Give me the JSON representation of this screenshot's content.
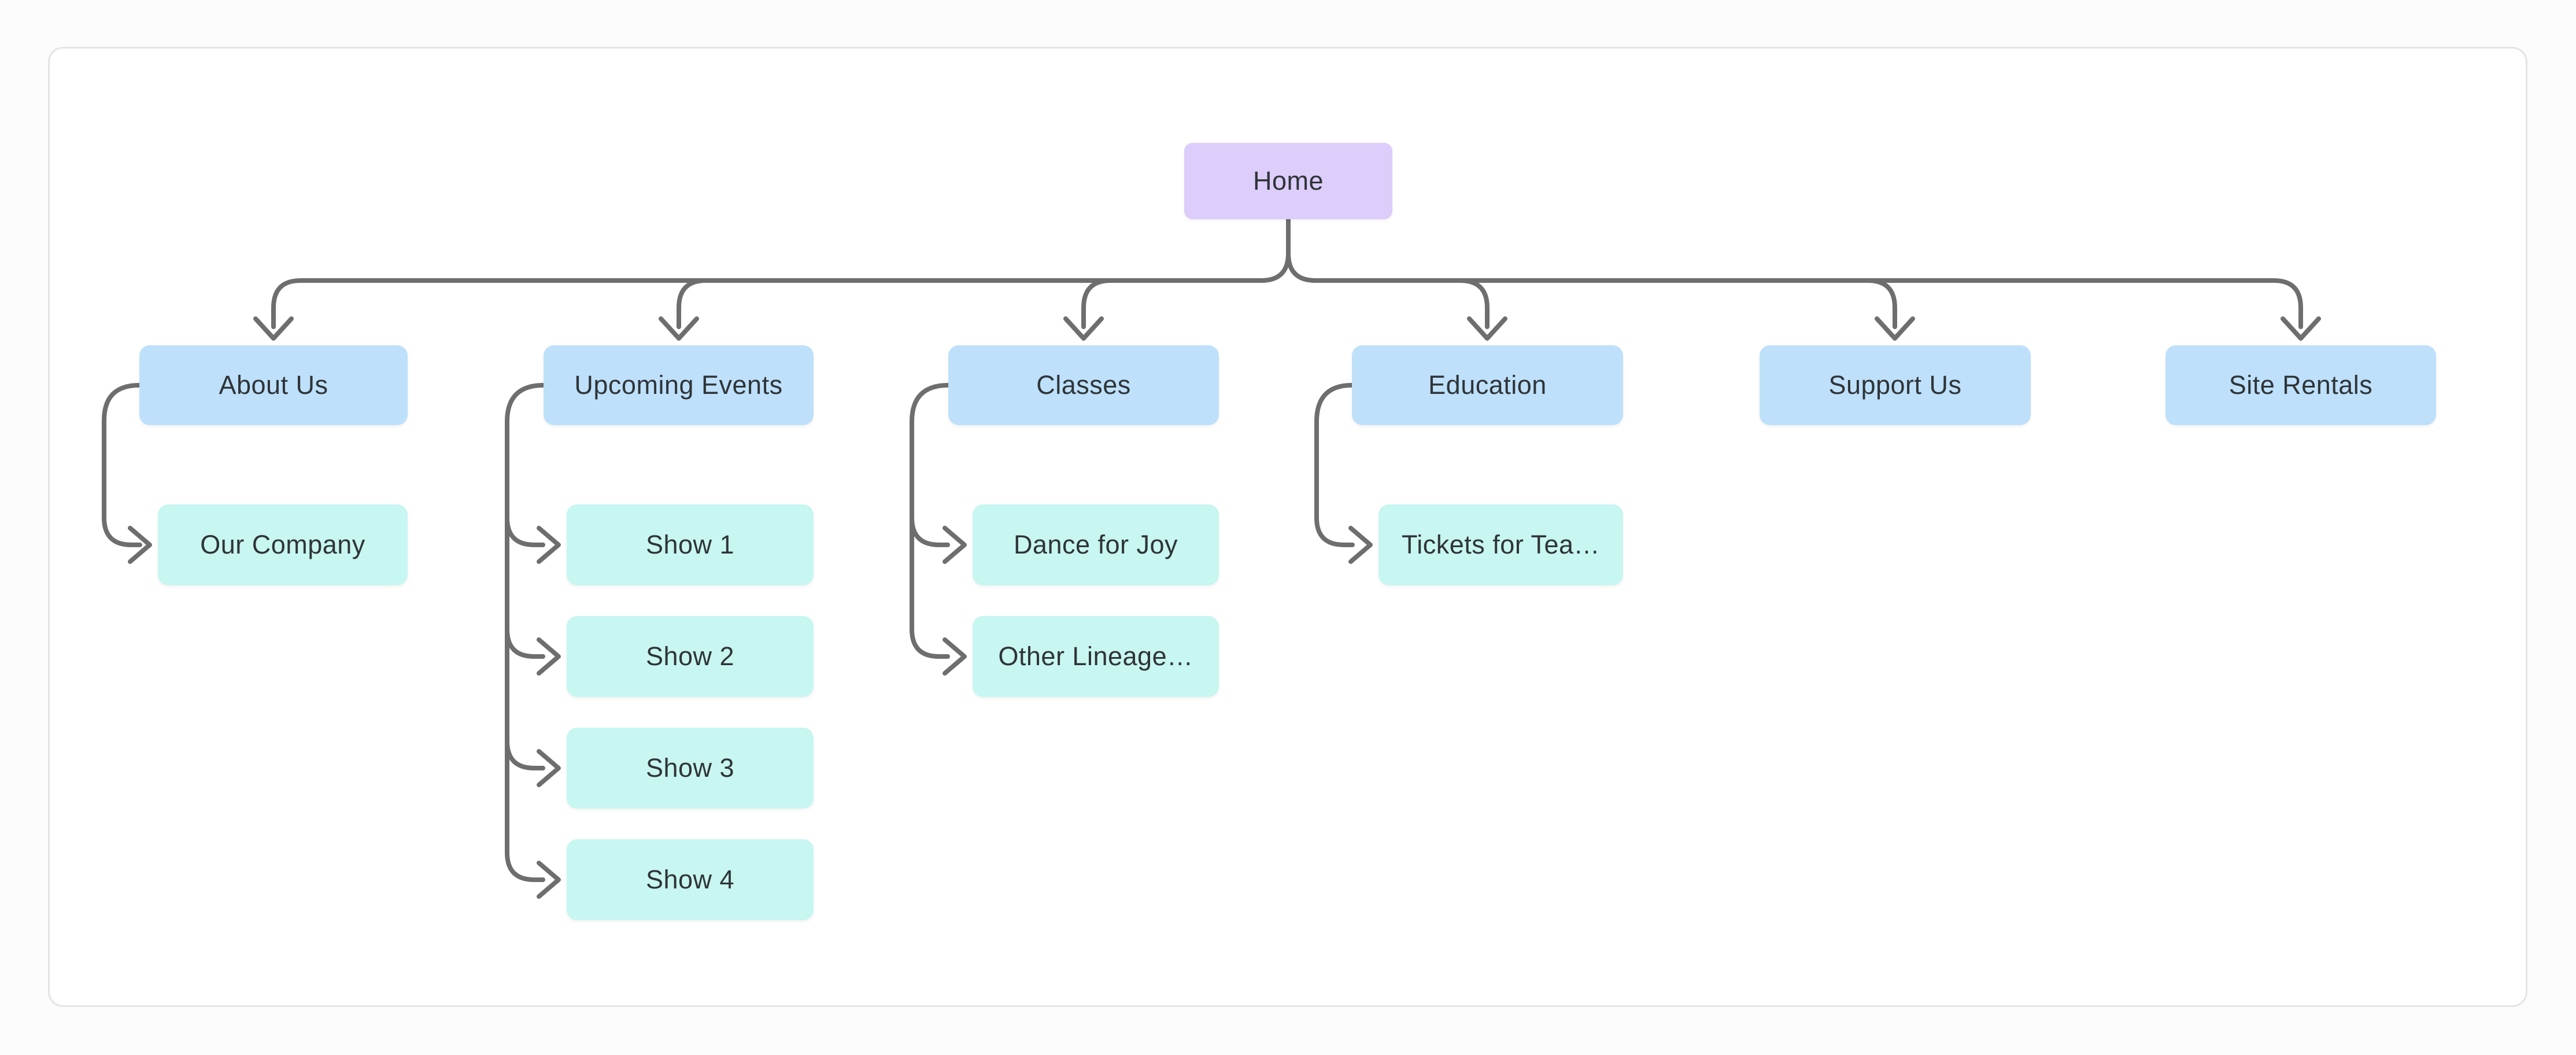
{
  "diagram": {
    "root": {
      "label": "Home"
    },
    "sections": [
      {
        "label": "About Us",
        "children": [
          {
            "label": "Our Company"
          }
        ]
      },
      {
        "label": "Upcoming Events",
        "children": [
          {
            "label": "Show 1"
          },
          {
            "label": "Show 2"
          },
          {
            "label": "Show 3"
          },
          {
            "label": "Show 4"
          }
        ]
      },
      {
        "label": "Classes",
        "children": [
          {
            "label": "Dance for Joy"
          },
          {
            "label": "Other Lineage…"
          }
        ]
      },
      {
        "label": "Education",
        "children": [
          {
            "label": "Tickets for Tea…"
          }
        ]
      },
      {
        "label": "Support Us",
        "children": []
      },
      {
        "label": "Site Rentals",
        "children": []
      }
    ],
    "colors": {
      "page_bg": "#fcfcfc",
      "card_bg": "#ffffff",
      "card_border": "#e4e4e4",
      "root_fill": "#dccdfa",
      "section_fill": "#bee0fa",
      "child_fill": "#c8f6f0",
      "connector": "#6e6e6e",
      "text": "#2f3438"
    }
  }
}
